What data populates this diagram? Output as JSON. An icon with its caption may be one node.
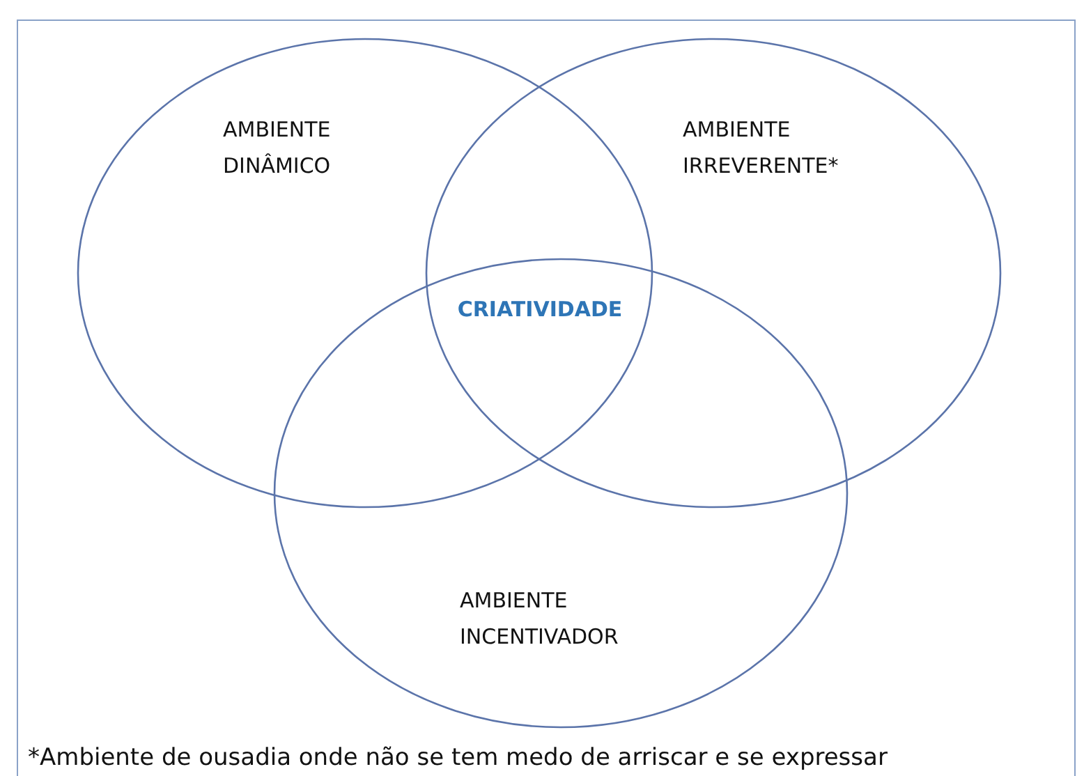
{
  "diagram": {
    "nodes": [
      {
        "text": [
          "AMBIENTE DINÂMICO"
        ]
      },
      {
        "text": [
          "AMBIENTE IRREVERENTE*"
        ]
      },
      {
        "text": [
          "AMBIENTE INCENTIVADOR"
        ]
      }
    ],
    "labels": [
      "CRIATIVIDADE",
      "*Ambiente de ousadia onde não se tem medo de arriscar e se expressar"
    ]
  }
}
